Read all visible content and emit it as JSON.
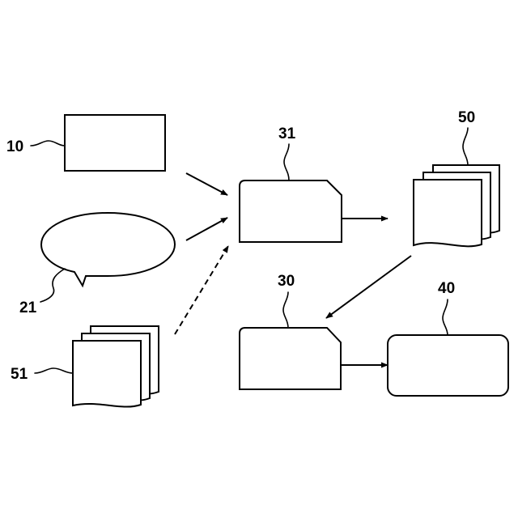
{
  "labels": {
    "box_10": "10",
    "bubble_21": "21",
    "stack_51": "51",
    "box_31": "31",
    "stack_50": "50",
    "box_30": "30",
    "box_40": "40"
  },
  "colors": {
    "stroke": "#000000",
    "background": "#ffffff"
  }
}
